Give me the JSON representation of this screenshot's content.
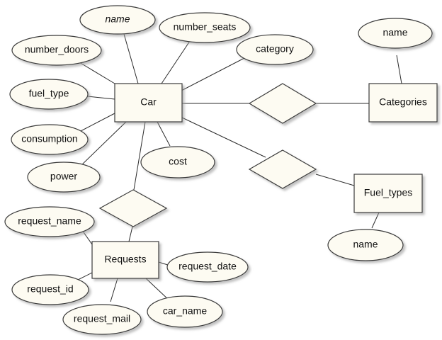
{
  "entities": {
    "car": "Car",
    "categories": "Categories",
    "fuel_types": "Fuel_types",
    "requests": "Requests"
  },
  "attributes": {
    "car_name": "name",
    "number_seats": "number_seats",
    "number_doors": "number_doors",
    "category": "category",
    "fuel_type": "fuel_type",
    "consumption": "consumption",
    "power": "power",
    "cost": "cost",
    "categories_name": "name",
    "fuel_types_name": "name",
    "request_name": "request_name",
    "request_date": "request_date",
    "request_id": "request_id",
    "request_mail": "request_mail",
    "request_car_name": "car_name"
  },
  "colors": {
    "shape_fill": "#fdfbf2",
    "shape_stroke": "#3a3a3a",
    "shadow": "#bdbdbd"
  }
}
